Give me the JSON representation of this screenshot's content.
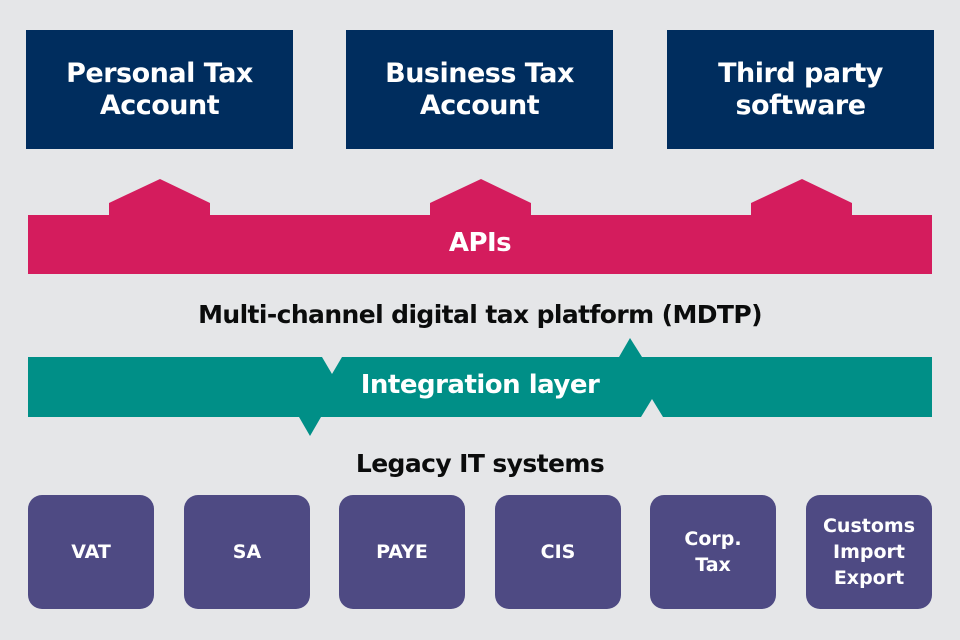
{
  "channels": [
    {
      "lines": [
        "Personal Tax",
        "Account"
      ]
    },
    {
      "lines": [
        "Business Tax",
        "Account"
      ]
    },
    {
      "lines": [
        "Third party",
        "software"
      ]
    }
  ],
  "apis_label": "APIs",
  "platform_heading": "Multi-channel digital tax platform (MDTP)",
  "integration_label": "Integration layer",
  "legacy_heading": "Legacy IT systems",
  "legacy_systems": [
    {
      "lines": [
        "VAT"
      ]
    },
    {
      "lines": [
        "SA"
      ]
    },
    {
      "lines": [
        "PAYE"
      ]
    },
    {
      "lines": [
        "CIS"
      ]
    },
    {
      "lines": [
        "Corp.",
        "Tax"
      ]
    },
    {
      "lines": [
        "Customs",
        "Import",
        "Export"
      ]
    }
  ],
  "colors": {
    "background": "#e5e6e8",
    "channel": "#002d5e",
    "apis": "#d41c5d",
    "integration": "#008f87",
    "legacy": "#4e4a83"
  }
}
